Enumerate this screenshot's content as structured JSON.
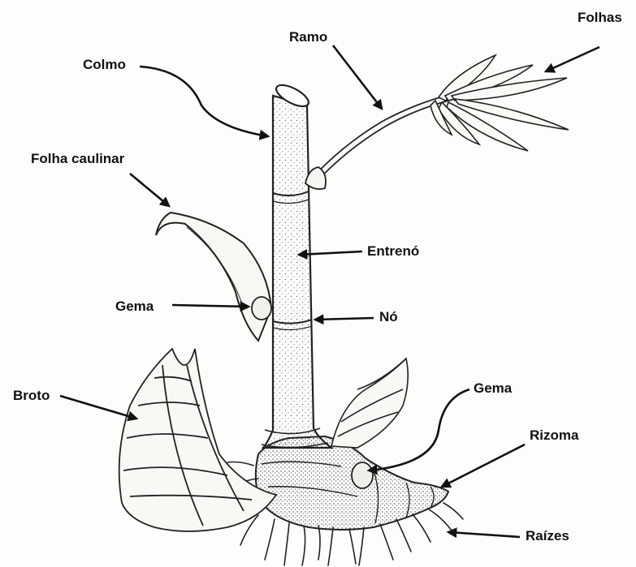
{
  "labels": {
    "colmo": "Colmo",
    "ramo": "Ramo",
    "folhas": "Folhas",
    "folha_caulinar": "Folha caulinar",
    "entreno": "Entrenó",
    "gema_1": "Gema",
    "no": "Nó",
    "broto": "Broto",
    "gema_2": "Gema",
    "rizoma": "Rizoma",
    "raizes": "Raízes"
  }
}
